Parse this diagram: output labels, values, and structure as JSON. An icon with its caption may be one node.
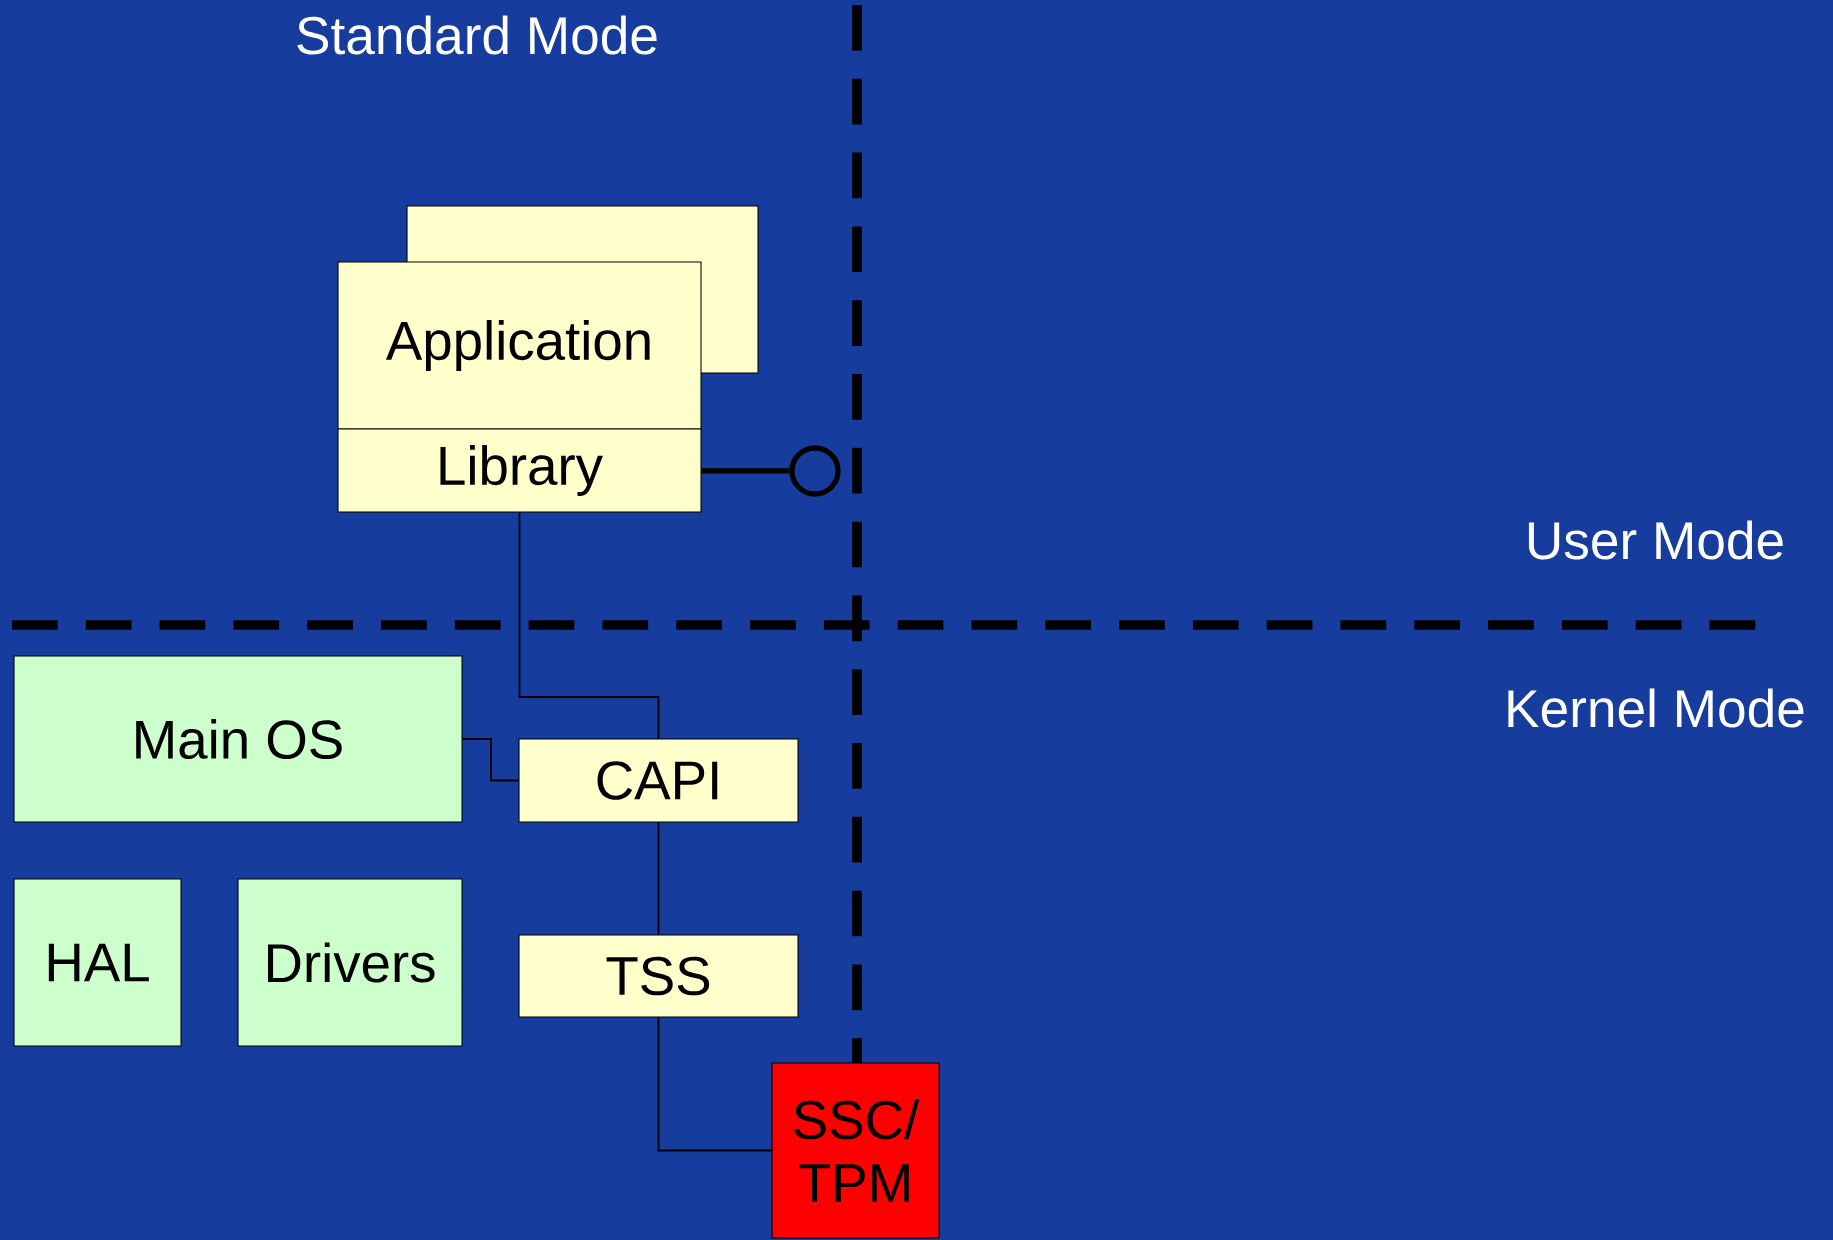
{
  "diagram": {
    "nodes": [
      {
        "text": [
          "Application"
        ]
      },
      {
        "text": [
          "Library"
        ]
      },
      {
        "text": [],
        "shape": "circle"
      },
      {
        "text": [
          "Main OS"
        ]
      },
      {
        "text": [
          "CAPI"
        ]
      },
      {
        "text": [
          "HAL"
        ]
      },
      {
        "text": [
          "Drivers"
        ]
      },
      {
        "text": [
          "TSS"
        ]
      },
      {
        "text": [
          "SSC/ TPM"
        ]
      }
    ],
    "edges": [
      {
        "from": 1,
        "to": 2,
        "arrow": "none",
        "style": "thick"
      },
      {
        "from": 1,
        "to": 4,
        "arrow": "none"
      },
      {
        "from": 3,
        "to": 4,
        "arrow": "none"
      },
      {
        "from": 4,
        "to": 7,
        "arrow": "none"
      },
      {
        "from": 7,
        "to": 8,
        "arrow": "none"
      }
    ],
    "labels": [
      "Standard Mode",
      "User Mode",
      "Kernel Mode"
    ]
  }
}
